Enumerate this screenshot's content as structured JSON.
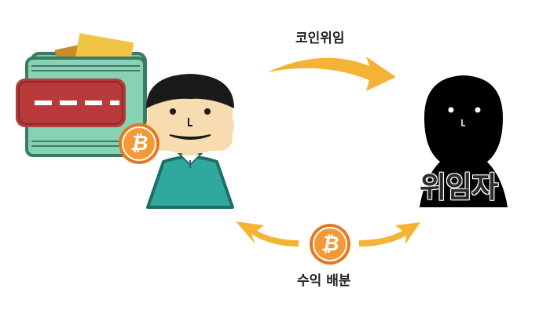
{
  "labels": {
    "delegate": "코인위임",
    "delegatee": "위임자",
    "profit_share": "수익 배분"
  },
  "icons": {
    "wallet": "wallet-icon",
    "coin": "bitcoin-coin-icon",
    "user": "person-icon",
    "delegatee": "silhouette-icon",
    "arrow": "curved-arrow-icon"
  },
  "colors": {
    "arrow": "#f5b335",
    "coin_outer": "#e8862a",
    "coin_inner": "#f39a36",
    "wallet_green": "#7cc8a8",
    "wallet_dark": "#3d7a62",
    "wallet_strap": "#b83a3a",
    "skin": "#f6dcae",
    "hair": "#1a1a1a",
    "shirt": "#2fa89e",
    "silhouette": "#000000"
  }
}
